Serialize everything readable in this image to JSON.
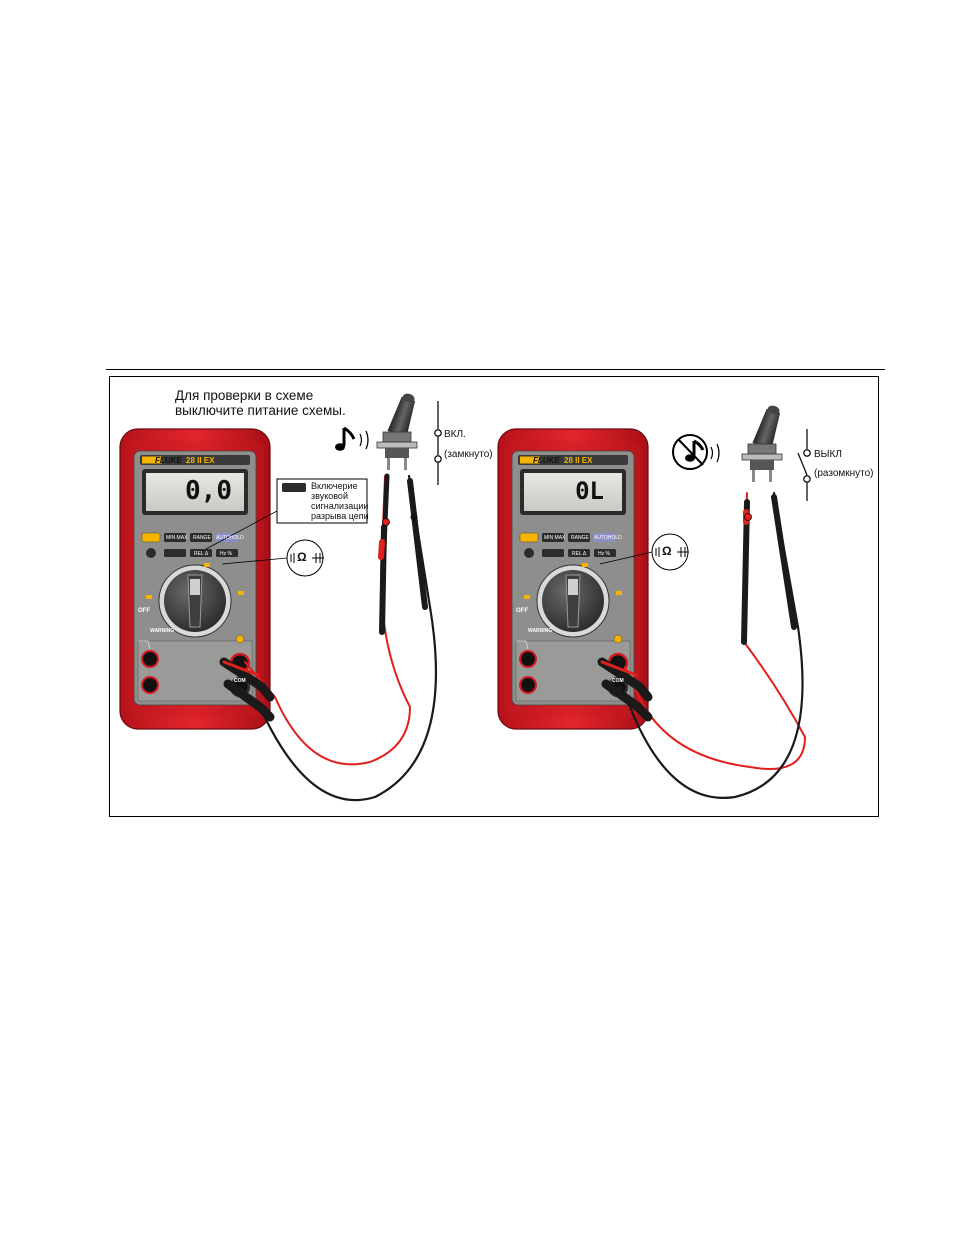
{
  "figure": {
    "instruction_line1": "Для проверки в схеме",
    "instruction_line2": "выключите питание схемы.",
    "left": {
      "display": "0,0",
      "switch_label": "ВКЛ.",
      "switch_state": "(замкнуто)",
      "callout_line1": "Включерие",
      "callout_line2": "звуковой",
      "callout_line3": "сигнализации",
      "callout_line4": "разрыва цепи",
      "dial_symbol": "Ω"
    },
    "right": {
      "display": "0L",
      "switch_label": "ВЫКЛ",
      "switch_state": "(разомкнуто)",
      "dial_symbol": "Ω"
    },
    "meter": {
      "brand": "FLUKE",
      "model": "28 II EX",
      "subtitle": "TRUE RMS MULTIMETER",
      "btn_minmax": "MIN MAX",
      "btn_range": "RANGE",
      "btn_autohold": "AUTOHOLD",
      "btn_rel": "REL Δ",
      "btn_hz": "Hz %",
      "off": "OFF",
      "warning": "WARNING",
      "com": "COM"
    },
    "colors": {
      "meter_red": "#d71920",
      "lead_red": "#e0201f",
      "accent_yellow": "#f5b400"
    }
  }
}
